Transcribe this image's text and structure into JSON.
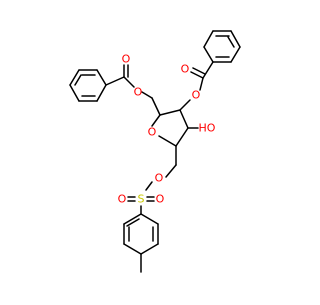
{
  "molecule": {
    "atom_labels": {
      "o_carbonyl_left": "O",
      "o_ester_left": "O",
      "o_carbonyl_right": "O",
      "o_ester_right": "O",
      "o_ring": "O",
      "hydroxyl": "HO",
      "o_tosylate_link": "O",
      "sulfur": "S",
      "o_sulfonyl_left": "O",
      "o_sulfonyl_right": "O"
    },
    "colors": {
      "bond": "#000000",
      "oxygen": "#ff0000",
      "sulfur": "#c8c800",
      "background": "#ffffff"
    }
  }
}
